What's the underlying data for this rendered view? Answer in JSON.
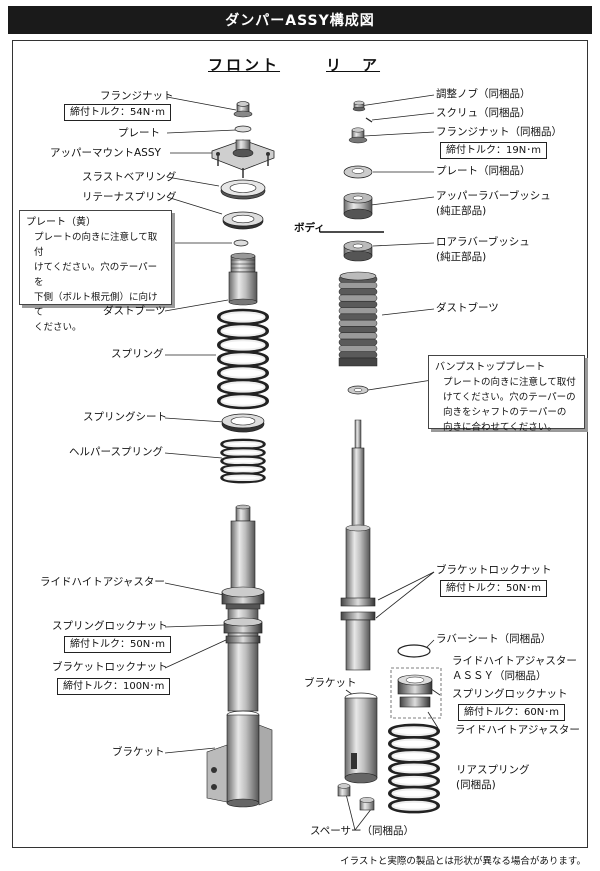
{
  "title": "ダンパーASSY構成図",
  "headings": {
    "front": "フロント",
    "rear": "リ　ア"
  },
  "front": {
    "flange_nut": "フランジナット",
    "flange_nut_torque": "締付トルク：54N･m",
    "plate": "プレート",
    "upper_mount": "アッパーマウントASSY",
    "thrust_bearing": "スラストベアリング",
    "retainer_spring": "リテーナスプリング",
    "dust_boot": "ダストブーツ",
    "spring": "スプリング",
    "spring_seat": "スプリングシート",
    "helper_spring": "ヘルパースプリング",
    "ride_height_adjuster": "ライドハイトアジャスター",
    "spring_lock_nut": "スプリングロックナット",
    "spring_lock_nut_torque": "締付トルク：50N･m",
    "bracket_lock_nut": "ブラケットロックナット",
    "bracket_lock_nut_torque": "締付トルク：100N･m",
    "bracket": "ブラケット"
  },
  "plate_note": {
    "title": "プレート（黄）",
    "body": "プレートの向きに注意して取付\nけてください。穴のテーパーを\n下側（ボルト根元側）に向けて\nください。"
  },
  "body_label": "ボディ",
  "rear": {
    "adjust_knob": "調整ノブ（同梱品）",
    "screw": "スクリュ（同梱品）",
    "flange_nut": "フランジナット（同梱品）",
    "flange_nut_torque": "締付トルク：19N･m",
    "plate": "プレート（同梱品）",
    "upper_rubber_bush": "アッパーラバーブッシュ",
    "upper_rubber_bush_sub": "(純正部品)",
    "lower_rubber_bush": "ロアラバーブッシュ",
    "lower_rubber_bush_sub": "(純正部品)",
    "dust_boot": "ダストブーツ",
    "bracket_lock_nut": "ブラケットロックナット",
    "bracket_lock_nut_torque": "締付トルク：50N･m",
    "rubber_sheet": "ラバーシート（同梱品）",
    "ride_height_adjuster_assy": "ライドハイトアジャスター",
    "ride_height_adjuster_assy_sub": "ＡＳＳＹ（同梱品）",
    "spring_lock_nut": "スプリングロックナット",
    "spring_lock_nut_torque": "締付トルク：60N･m",
    "ride_height_adjuster": "ライドハイトアジャスター",
    "bracket": "ブラケット",
    "rear_spring": "リアスプリング",
    "rear_spring_sub": "(同梱品)",
    "spacer": "スペーサー（同梱品）"
  },
  "bump_note": {
    "title": "バンプストッププレート",
    "body": "プレートの向きに注意して取付\nけてください。穴のテーパーの\n向きをシャフトのテーパーの\n向きに合わせてください。"
  },
  "footer": "イラストと実際の製品とは形状が異なる場合があります。"
}
